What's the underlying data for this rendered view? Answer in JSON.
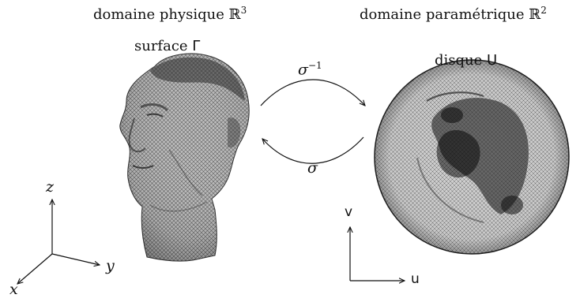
{
  "physical_domain": {
    "title": "domaine physique",
    "space": "ℝ",
    "power": "3",
    "surface_word": "surface",
    "surface_symbol": "Γ"
  },
  "parametric_domain": {
    "title": "domaine paramétrique",
    "space": "ℝ",
    "power": "2",
    "disk_word": "disque",
    "disk_symbol": "U"
  },
  "maps": {
    "forward": "σ",
    "forward_power": "−1",
    "inverse": "σ"
  },
  "axes3d": {
    "z": "z",
    "y": "y",
    "x": "x"
  },
  "axes2d": {
    "u": "u",
    "v": "v"
  }
}
